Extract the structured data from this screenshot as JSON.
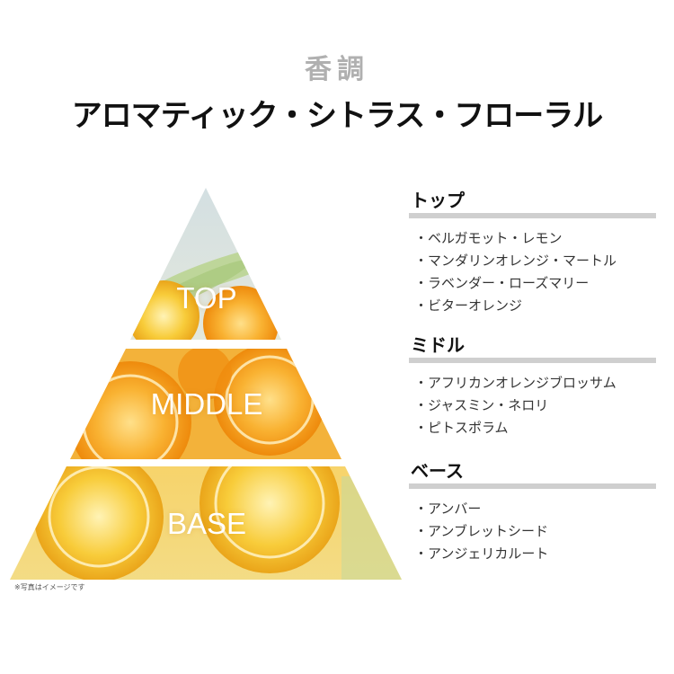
{
  "header": {
    "kicker": "香調",
    "title": "アロマティック・シトラス・フローラル"
  },
  "pyramid": {
    "tiers": [
      {
        "label": "TOP"
      },
      {
        "label": "MIDDLE"
      },
      {
        "label": "BASE"
      }
    ],
    "colors": {
      "top_sky": "#d9e4e6",
      "citrus_orange": "#f7a11a",
      "citrus_yellow": "#f5c02c",
      "leaf_green": "#a9c97e"
    }
  },
  "note": "※写真はイメージです",
  "notes": {
    "top": {
      "heading": "トップ",
      "items": [
        "・ベルガモット・レモン",
        "・マンダリンオレンジ・マートル",
        "・ラベンダー・ローズマリー",
        "・ビターオレンジ"
      ]
    },
    "middle": {
      "heading": "ミドル",
      "items": [
        "・アフリカンオレンジブロッサム",
        "・ジャスミン・ネロリ",
        "・ピトスポラム"
      ]
    },
    "base": {
      "heading": "ベース",
      "items": [
        "・アンバー",
        "・アンブレットシード",
        "・アンジェリカルート"
      ]
    }
  }
}
